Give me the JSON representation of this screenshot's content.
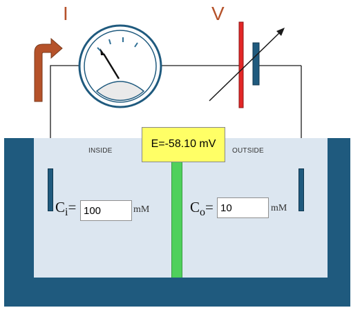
{
  "circuit": {
    "current_symbol": "I",
    "voltage_symbol": "V",
    "ammeter_icon": "ammeter-dial-icon",
    "battery_icon": "variable-voltage-source-icon",
    "current_arrow_icon": "current-direction-arrow-icon"
  },
  "tank": {
    "inside_label": "INSIDE",
    "outside_label": "OUTSIDE",
    "membrane_potential": "E=-58.10 mV"
  },
  "inside": {
    "label_prefix": "C",
    "label_sub": "i",
    "label_suffix": "=",
    "value": "100",
    "unit": "mM"
  },
  "outside": {
    "label_prefix": "C",
    "label_sub": "o",
    "label_suffix": "=",
    "value": "10",
    "unit": "mM"
  },
  "colors": {
    "tank": "#1f5a7e",
    "solution": "#dce6f0",
    "membrane": "#4fd05b",
    "potential_box": "#ffff66",
    "arrow": "#b5522a",
    "battery_plate": "#e32727"
  }
}
